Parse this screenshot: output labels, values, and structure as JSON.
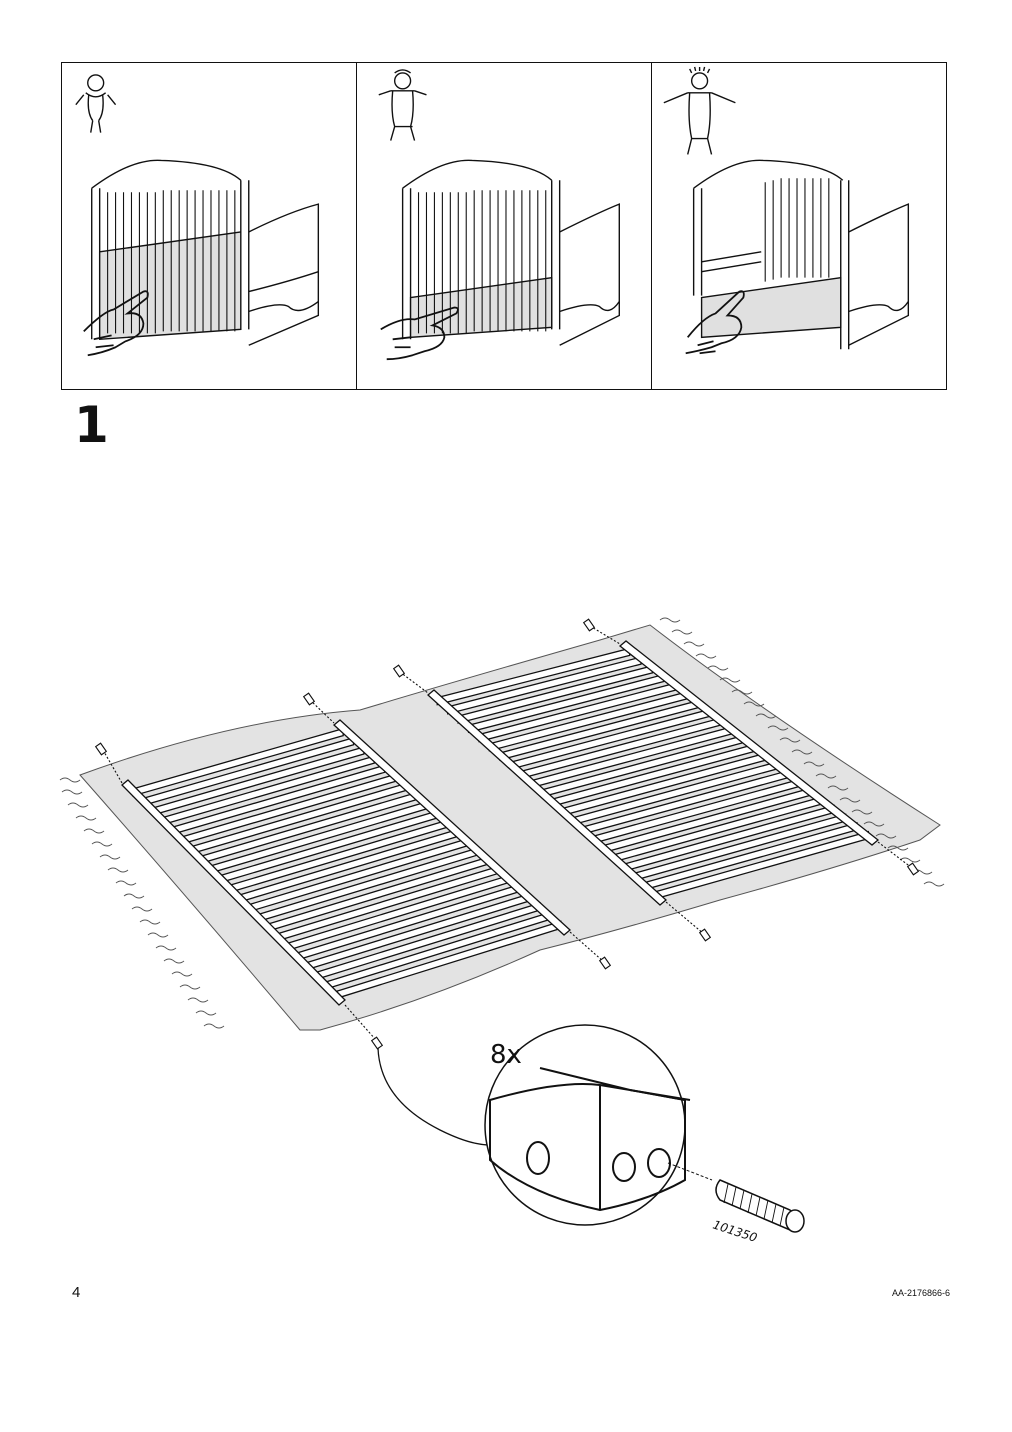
{
  "panels": [
    {
      "figure": "baby-lying-icon",
      "crib": "crib-high-position-icon",
      "hand": "pointing-hand-icon"
    },
    {
      "figure": "baby-standing-icon",
      "crib": "crib-low-position-icon",
      "hand": "pointing-hand-icon"
    },
    {
      "figure": "toddler-standing-icon",
      "crib": "crib-open-side-icon",
      "hand": "pointing-hand-icon"
    }
  ],
  "step": {
    "number": "1"
  },
  "detail": {
    "quantity": "8x",
    "part_number": "101350"
  },
  "footer": {
    "page_number": "4",
    "doc_code": "AA-2176866-6"
  }
}
